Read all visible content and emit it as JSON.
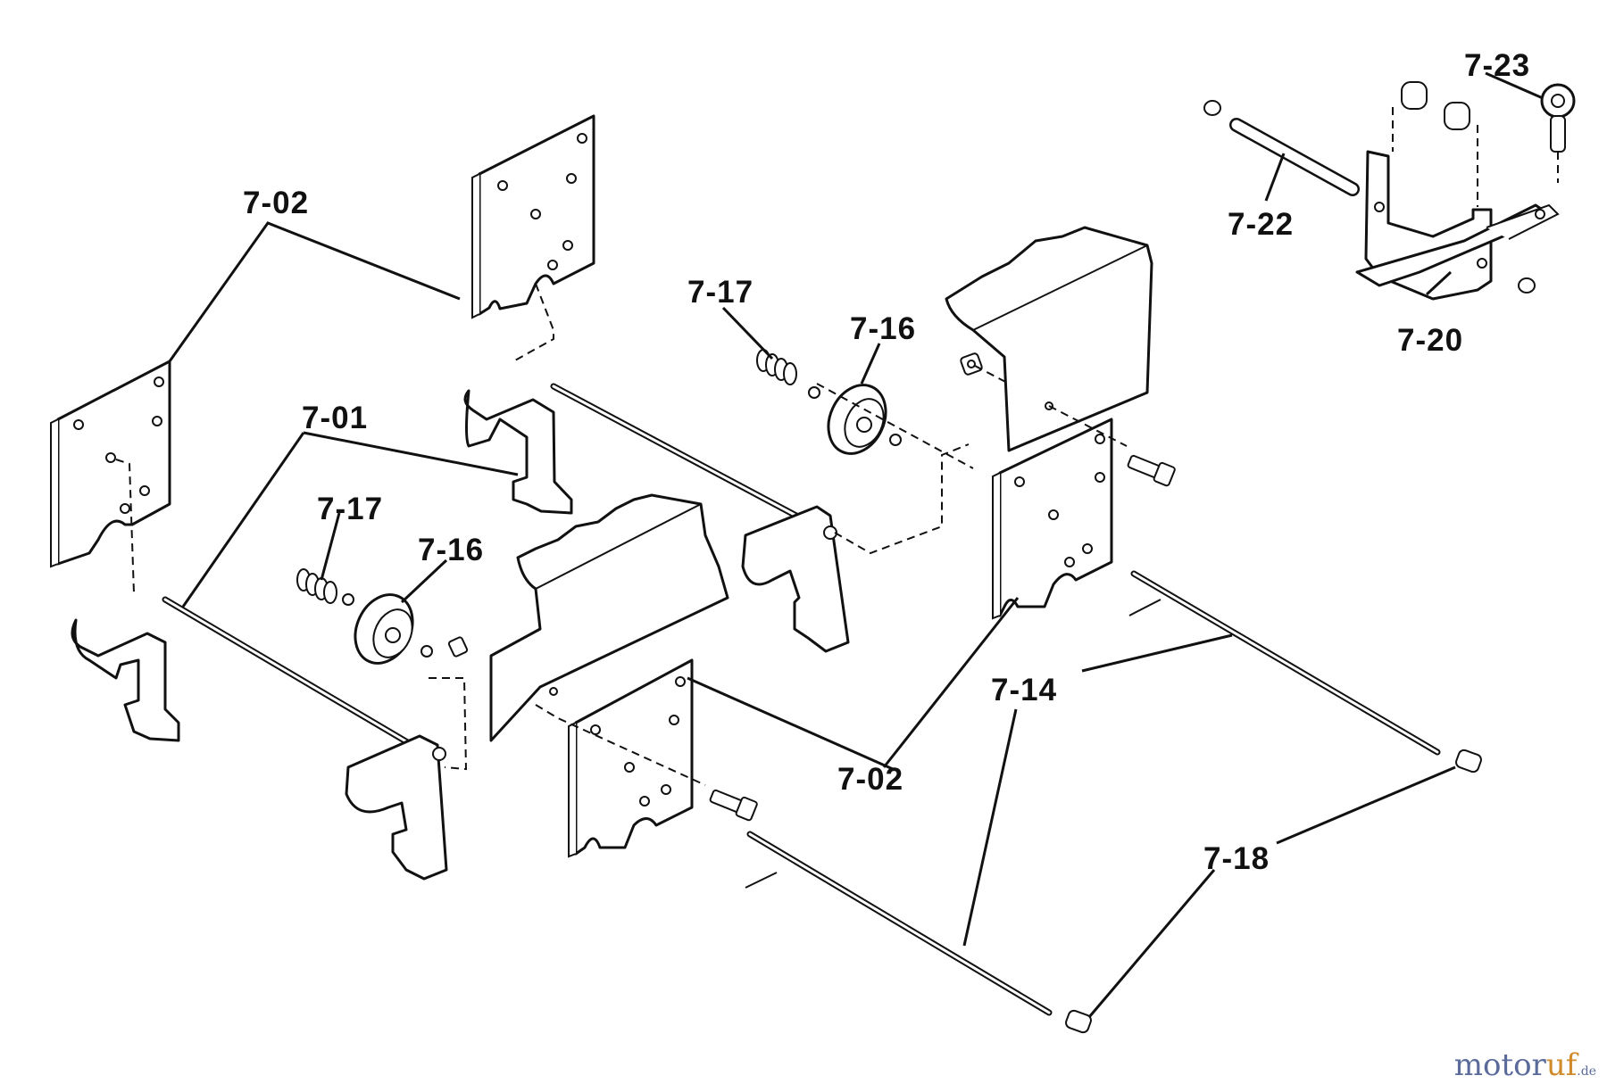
{
  "labels": {
    "l_7_02_top": "7-02",
    "l_7_01": "7-01",
    "l_7_17_left": "7-17",
    "l_7_16_left": "7-16",
    "l_7_17_right": "7-17",
    "l_7_16_right": "7-16",
    "l_7_22": "7-22",
    "l_7_23": "7-23",
    "l_7_20": "7-20",
    "l_7_14": "7-14",
    "l_7_02_bottom": "7-02",
    "l_7_18": "7-18"
  },
  "watermark": {
    "brand_a": "motor",
    "brand_b": "uf",
    "tld": ".de"
  },
  "colors": {
    "ink": "#111111",
    "watermark_blue": "#5a6a9a",
    "watermark_orange": "#d08a2a"
  }
}
